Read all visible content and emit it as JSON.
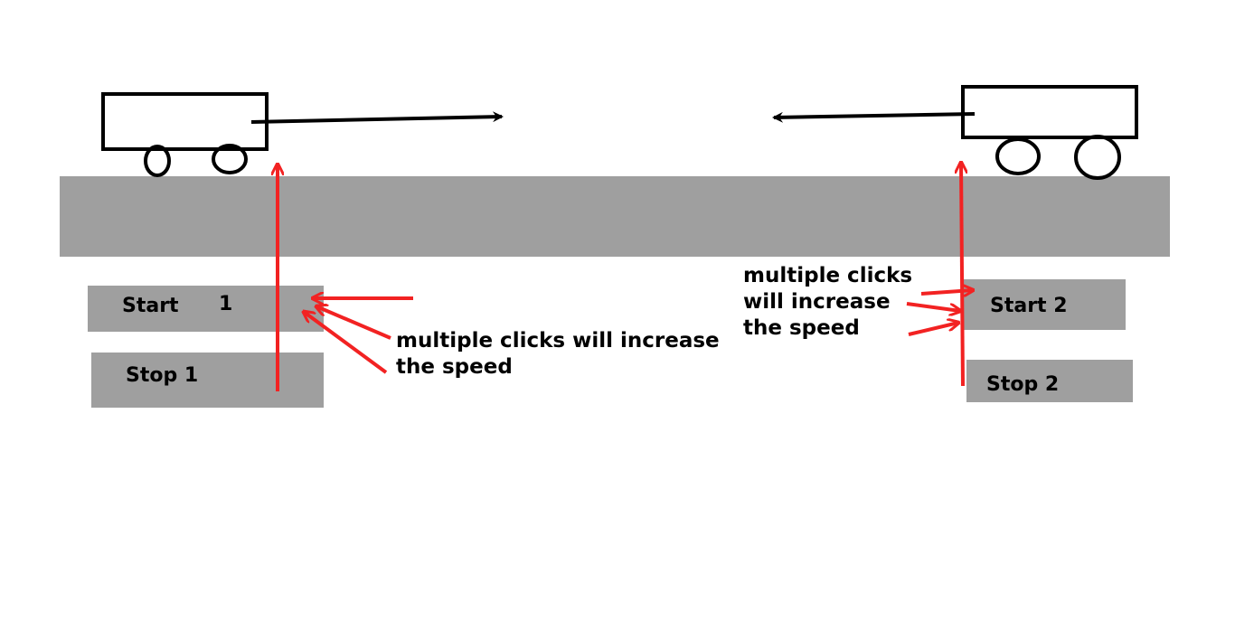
{
  "road": {
    "color": "#9f9f9f"
  },
  "left_panel": {
    "start_label": "Start",
    "start_number": "1",
    "stop_label": "Stop 1"
  },
  "right_panel": {
    "start_label": "Start 2",
    "stop_label": "Stop 2"
  },
  "annotations": {
    "left_note": "multiple clicks will increase\nthe speed",
    "right_note": "multiple clicks\nwill increase\nthe speed"
  },
  "colors": {
    "annotation_arrow": "#f22222",
    "car_outline": "#000000",
    "button_bg": "#9f9f9f"
  }
}
